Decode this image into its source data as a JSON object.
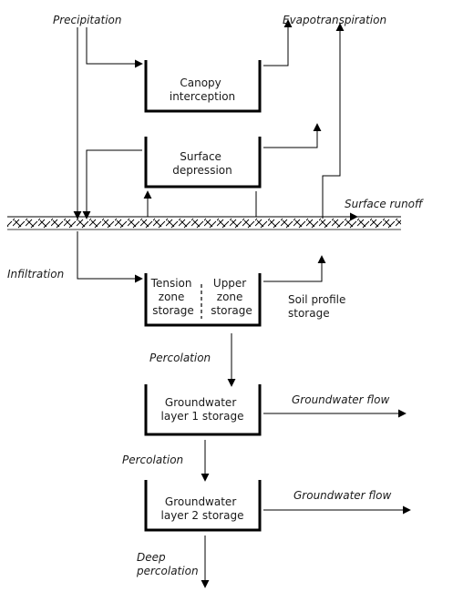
{
  "labels": {
    "precipitation": "Precipitation",
    "evapotranspiration": "Evapotranspiration",
    "surface_runoff": "Surface runoff",
    "infiltration": "Infiltration",
    "soil_profile_storage": [
      "Soil profile",
      "storage"
    ],
    "percolation_1": "Percolation",
    "percolation_2": "Percolation",
    "deep_percolation": [
      "Deep",
      "percolation"
    ],
    "groundwater_flow_1": "Groundwater flow",
    "groundwater_flow_2": "Groundwater flow"
  },
  "boxes": {
    "canopy": [
      "Canopy",
      "interception"
    ],
    "surface_depression": [
      "Surface",
      "depression"
    ],
    "tension_zone": [
      "Tension",
      "zone",
      "storage"
    ],
    "upper_zone": [
      "Upper",
      "zone",
      "storage"
    ],
    "groundwater_1": [
      "Groundwater",
      "layer 1 storage"
    ],
    "groundwater_2": [
      "Groundwater",
      "layer 2 storage"
    ]
  }
}
